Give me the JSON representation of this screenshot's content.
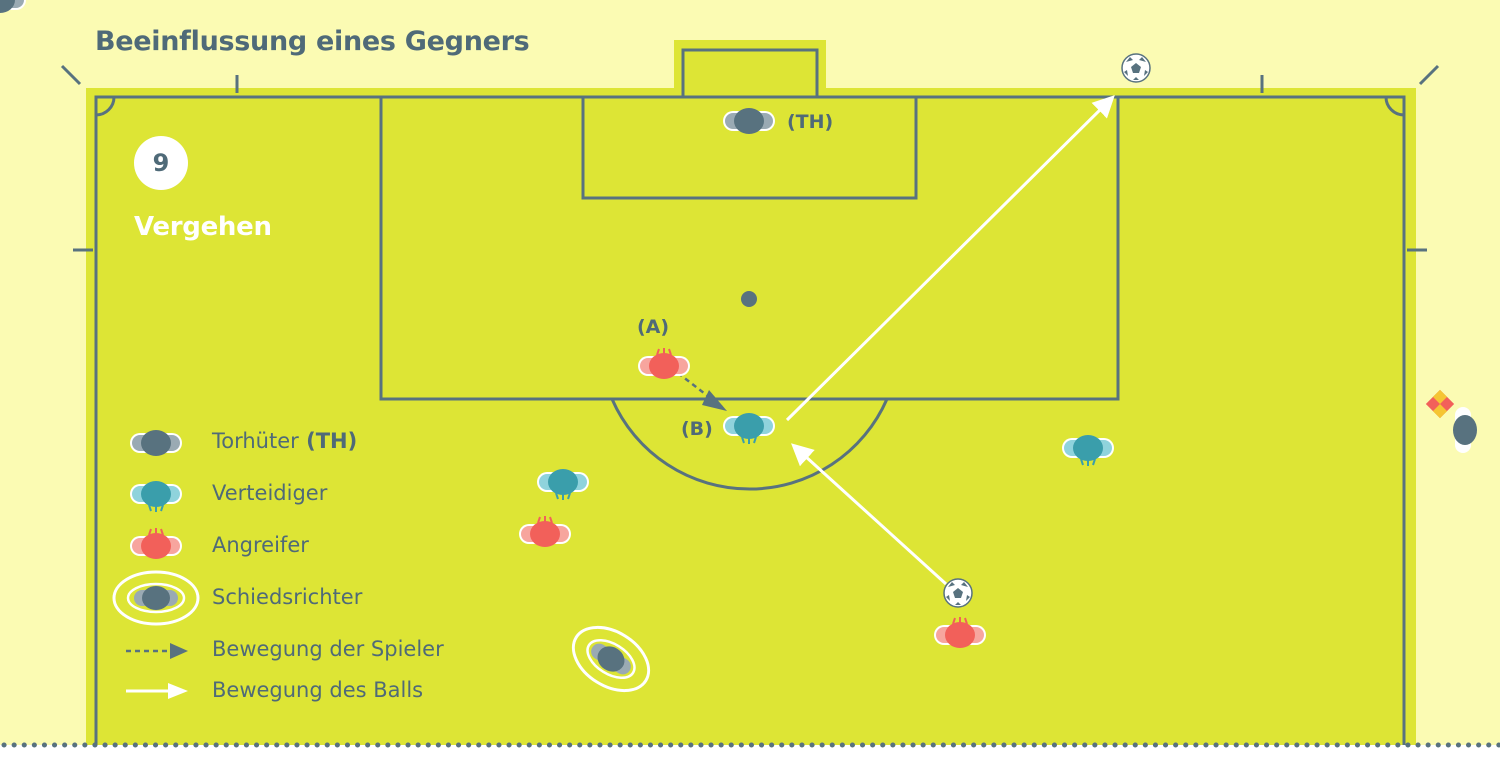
{
  "title": "Beeinflussung eines Gegners",
  "scene_number": "9",
  "scene_title": "Vergehen",
  "labels": {
    "goalkeeper": "(TH)",
    "player_a": "(A)",
    "player_b": "(B)"
  },
  "legend": [
    {
      "label": "Torhüter",
      "suffix": " (TH)",
      "symbol": "goalkeeper"
    },
    {
      "label": "Verteidiger",
      "suffix": "",
      "symbol": "defender"
    },
    {
      "label": "Angreifer",
      "suffix": "",
      "symbol": "attacker"
    },
    {
      "label": "Schiedsrichter",
      "suffix": "",
      "symbol": "referee"
    },
    {
      "label": "Bewegung der Spieler",
      "suffix": "",
      "symbol": "player-movement-arrow"
    },
    {
      "label": "Bewegung des Balls",
      "suffix": "",
      "symbol": "ball-movement-arrow"
    }
  ],
  "colors": {
    "background": "#fbfbb3",
    "pitch": "#dde535",
    "lines": "#58727f",
    "goalkeeper": "#58727f",
    "defender": "#3a9eab",
    "attacker": "#f2605a",
    "referee": "#58727f",
    "highlight": "#ffffff"
  }
}
